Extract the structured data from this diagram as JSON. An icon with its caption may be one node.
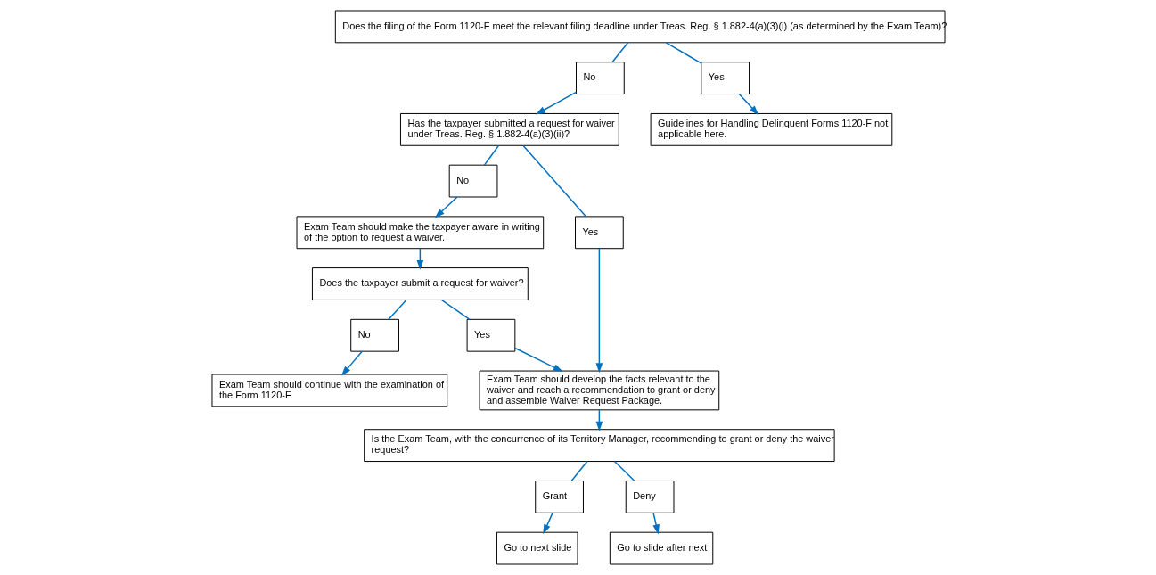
{
  "diagram": {
    "nodes": [
      {
        "text": [
          "Does the filing of the Form 1120-F meet the relevant filing deadline under Treas. Reg. § 1.882-4(a)(3)(i) (as determined by the Exam Team)?"
        ]
      },
      {
        "text": [
          "No"
        ]
      },
      {
        "text": [
          "Yes"
        ]
      },
      {
        "text": [
          "Has the taxpayer submitted a request for waiver under Treas. Reg. § 1.882-4(a)(3)(ii)?"
        ]
      },
      {
        "text": [
          "Guidelines for Handling Delinquent Forms 1120-F not applicable here."
        ]
      },
      {
        "text": [
          "No"
        ]
      },
      {
        "text": [
          "Yes"
        ]
      },
      {
        "text": [
          "Exam Team should make the taxpayer aware in writing of the option to request a waiver."
        ]
      },
      {
        "text": [
          "Does the taxpayer submit a request for waiver?"
        ]
      },
      {
        "text": [
          "Yes"
        ]
      },
      {
        "text": [
          "No"
        ]
      },
      {
        "text": [
          "Exam Team should develop the facts relevant to the waiver and reach a recommendation to grant or deny and assemble Waiver Request Package."
        ]
      },
      {
        "text": [
          "Exam Team should continue with the examination of the Form 1120-F."
        ]
      },
      {
        "text": [
          "Is the Exam Team, with the concurrence of its Territory Manager, recommending to grant or deny the waiver request?"
        ]
      },
      {
        "text": [
          "Grant"
        ]
      },
      {
        "text": [
          "Deny"
        ]
      },
      {
        "text": [
          "Go to next slide"
        ]
      },
      {
        "text": [
          "Go to slide after next"
        ]
      }
    ],
    "edges": [
      {
        "from": 0,
        "to": 1,
        "arrow": "none"
      },
      {
        "from": 1,
        "to": 3,
        "arrow": "to"
      },
      {
        "from": 0,
        "to": 2,
        "arrow": "none"
      },
      {
        "from": 2,
        "to": 4,
        "arrow": "to"
      },
      {
        "from": 3,
        "to": 5,
        "arrow": "none"
      },
      {
        "from": 5,
        "to": 7,
        "arrow": "to"
      },
      {
        "from": 3,
        "to": 6,
        "arrow": "none"
      },
      {
        "from": 6,
        "to": 11,
        "arrow": "to"
      },
      {
        "from": 7,
        "to": 8,
        "arrow": "to"
      },
      {
        "from": 8,
        "to": 9,
        "arrow": "none"
      },
      {
        "from": 9,
        "to": 11,
        "arrow": "to"
      },
      {
        "from": 8,
        "to": 10,
        "arrow": "none"
      },
      {
        "from": 10,
        "to": 12,
        "arrow": "to"
      },
      {
        "from": 11,
        "to": 13,
        "arrow": "to"
      },
      {
        "from": 13,
        "to": 14,
        "arrow": "none"
      },
      {
        "from": 14,
        "to": 16,
        "arrow": "to"
      },
      {
        "from": 13,
        "to": 15,
        "arrow": "none"
      },
      {
        "from": 15,
        "to": 17,
        "arrow": "to"
      }
    ]
  }
}
